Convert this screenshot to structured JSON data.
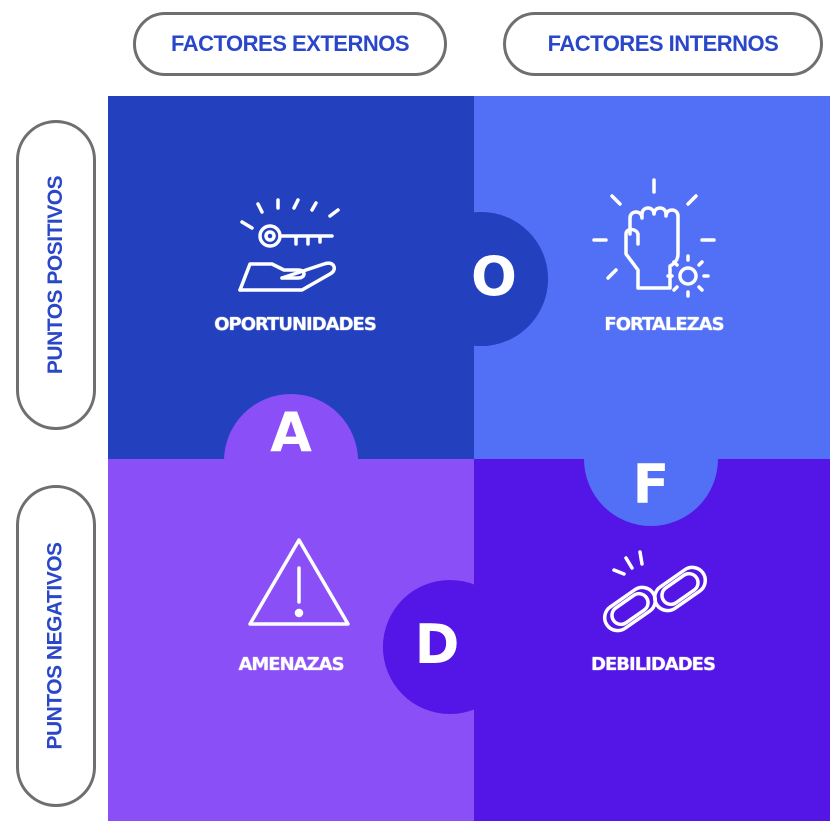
{
  "colors": {
    "oportunidades": "#2341bf",
    "fortalezas": "#5270f5",
    "amenazas": "#8a4ff7",
    "debilidades": "#5316e6",
    "pill_text": "#2b47c9",
    "pill_border": "#6f6f6f"
  },
  "headers": {
    "externos": "FACTORES EXTERNOS",
    "internos": "FACTORES INTERNOS"
  },
  "rows": {
    "positivos": "PUNTOS POSITIVOS",
    "negativos": "PUNTOS NEGATIVOS"
  },
  "quadrants": {
    "oportunidades": {
      "label": "OPORTUNIDADES",
      "letter": "O",
      "icon": "key-hand-icon"
    },
    "fortalezas": {
      "label": "FORTALEZAS",
      "letter": "F",
      "icon": "fist-gear-icon"
    },
    "amenazas": {
      "label": "AMENAZAS",
      "letter": "A",
      "icon": "warning-triangle-icon"
    },
    "debilidades": {
      "label": "DEBILIDADES",
      "letter": "D",
      "icon": "broken-chain-icon"
    }
  }
}
